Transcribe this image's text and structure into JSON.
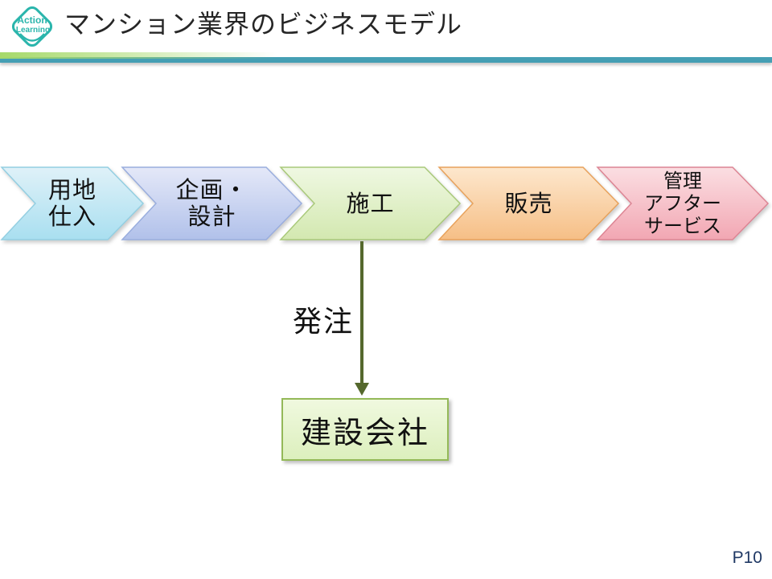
{
  "slide": {
    "logo": {
      "line1": "Action",
      "line2": "Learning"
    },
    "title": "マンション業界のビジネスモデル",
    "page_number": "P10"
  },
  "process": {
    "steps": [
      {
        "label": "用地仕入",
        "lines": [
          "用地",
          "仕入"
        ],
        "fill_top": "#dff1f8",
        "fill_bottom": "#a9dff0",
        "border": "#94cfe2"
      },
      {
        "label": "企画・設計",
        "lines": [
          "企画・",
          "設計"
        ],
        "fill_top": "#e4e8f8",
        "fill_bottom": "#b1c1ea",
        "border": "#9aaede"
      },
      {
        "label": "施工",
        "lines": [
          "施工"
        ],
        "fill_top": "#eff8e2",
        "fill_bottom": "#d3e8b0",
        "border": "#a9c97a"
      },
      {
        "label": "販売",
        "lines": [
          "販売"
        ],
        "fill_top": "#fde7cd",
        "fill_bottom": "#f6bf86",
        "border": "#e8a25c"
      },
      {
        "label": "管理アフターサービス",
        "lines": [
          "管理",
          "アフター",
          "サービス"
        ],
        "fill_top": "#fbdee2",
        "fill_bottom": "#f2a7b3",
        "border": "#dd8594"
      }
    ]
  },
  "callout": {
    "arrow_label": "発注",
    "box_label": "建設会社",
    "arrow_color": "#55682d",
    "box_fill_top": "#f0f9df",
    "box_fill_bottom": "#dcefbd",
    "box_border": "#94b958"
  },
  "colors": {
    "logo_teal": "#2ab5ac",
    "divider_teal": "#459fb4",
    "divider_green": "#a6d96a",
    "title_text": "#262626",
    "page_number": "#1f3864"
  }
}
